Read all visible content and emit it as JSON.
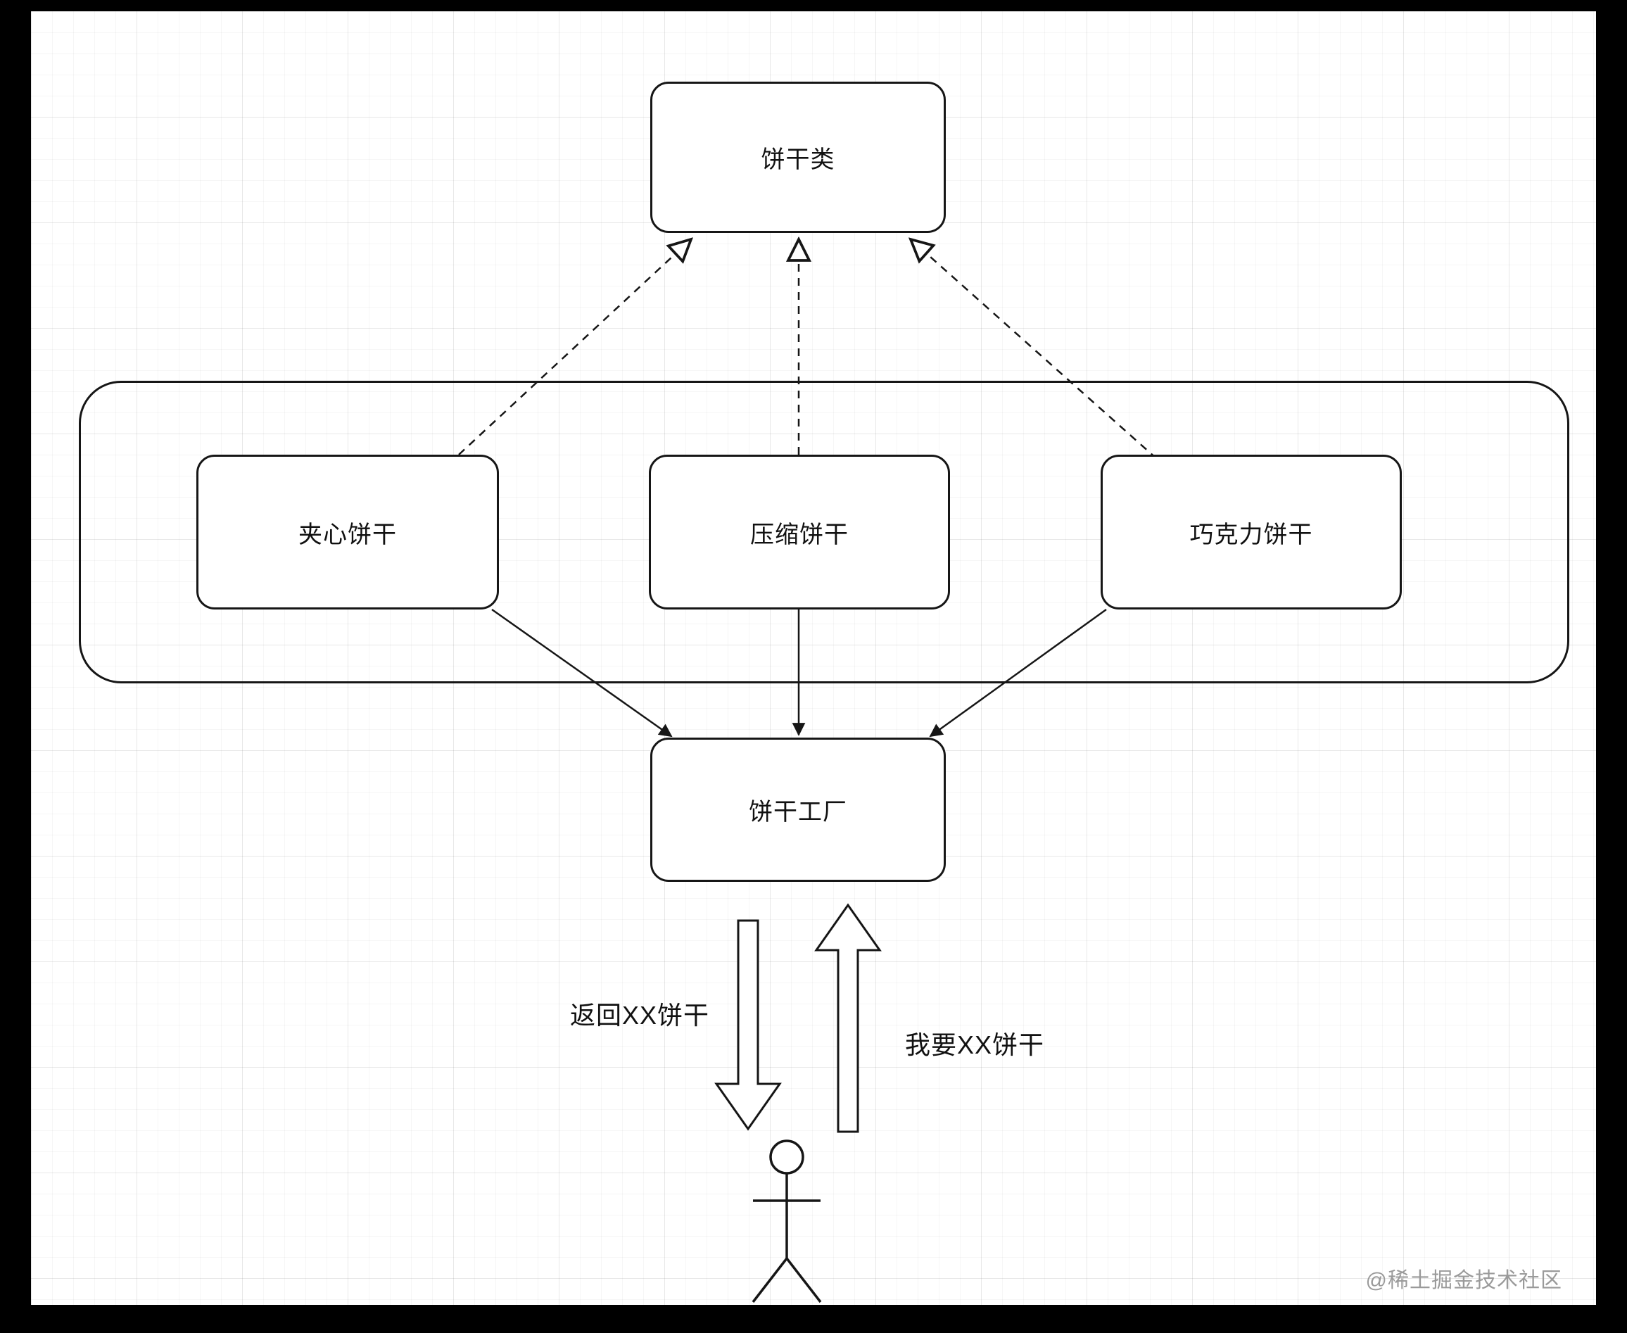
{
  "diagram": {
    "nodes": {
      "cookie_class": "饼干类",
      "sandwich": "夹心饼干",
      "compressed": "压缩饼干",
      "chocolate": "巧克力饼干",
      "factory": "饼干工厂"
    },
    "labels": {
      "return_arrow": "返回XX饼干",
      "request_arrow": "我要XX饼干"
    },
    "watermark": "@稀土掘金技术社区",
    "colors": {
      "stroke": "#161616",
      "background": "#ffffff",
      "frame": "#000000",
      "watermark": "#9a9a9a"
    }
  }
}
